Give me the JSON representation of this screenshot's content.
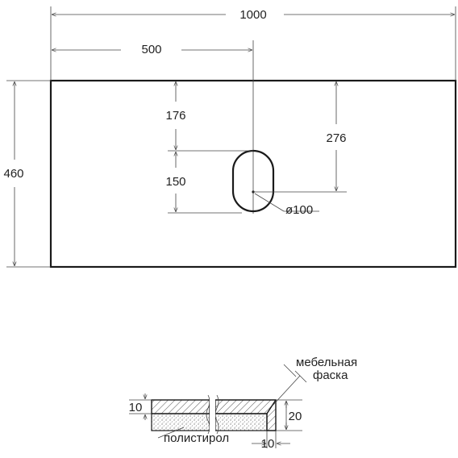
{
  "top_view": {
    "width_label": "1000",
    "center_offset_label": "500",
    "height_label": "460",
    "hole_top_label": "176",
    "hole_length_label": "150",
    "hole_center_label": "276",
    "hole_diameter_label": "ø100"
  },
  "section_view": {
    "thickness_left_label": "10",
    "total_thickness_label": "20",
    "edge_width_label": "10",
    "chamfer_note_line1": "мебельная",
    "chamfer_note_line2": "фаска",
    "core_material_label": "полистирол"
  }
}
